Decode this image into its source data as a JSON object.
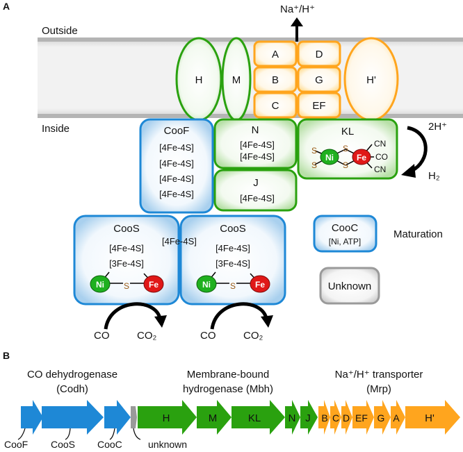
{
  "panel_a": {
    "label": "A",
    "outside": "Outside",
    "inside": "Inside",
    "ion_exchange": "Na⁺/H⁺",
    "membrane_subunits": {
      "h": "H",
      "m": "M",
      "a": "A",
      "d": "D",
      "b": "B",
      "g": "G",
      "c": "C",
      "ef": "EF",
      "h_prime": "H'"
    },
    "coof": {
      "title": "CooF",
      "clusters": [
        "[4Fe-4S]",
        "[4Fe-4S]",
        "[4Fe-4S]",
        "[4Fe-4S]"
      ]
    },
    "n": {
      "title": "N",
      "clusters": [
        "[4Fe-4S]",
        "[4Fe-4S]"
      ]
    },
    "j": {
      "title": "J",
      "cluster": "[4Fe-4S]"
    },
    "kl": {
      "title": "KL",
      "ni": "Ni",
      "fe": "Fe",
      "s": "S",
      "cn": "CN",
      "co": "CO"
    },
    "proton_in": "2H⁺",
    "h2": "H₂",
    "coos_left": {
      "title": "CooS",
      "clusters": [
        "[4Fe-4S]",
        "[3Fe-4S]"
      ],
      "ni": "Ni",
      "s": "S",
      "fe": "Fe"
    },
    "coos_right": {
      "title": "CooS",
      "clusters": [
        "[4Fe-4S]",
        "[3Fe-4S]"
      ],
      "ni": "Ni",
      "s": "S",
      "fe": "Fe"
    },
    "bridge_cluster": "[4Fe-4S]",
    "co": "CO",
    "co2": "CO₂",
    "cooc": {
      "title": "CooC",
      "sub": "[Ni, ATP]"
    },
    "maturation": "Maturation",
    "unknown": "Unknown"
  },
  "panel_b": {
    "label": "B",
    "codh": {
      "line1": "CO dehydrogenase",
      "line2": "(Codh)"
    },
    "mbh": {
      "line1": "Membrane-bound",
      "line2": "hydrogenase (Mbh)"
    },
    "mrp": {
      "line1": "Na⁺/H⁺ transporter",
      "line2": "(Mrp)"
    },
    "genes": {
      "h": "H",
      "m": "M",
      "kl": "KL",
      "n": "N",
      "j": "J",
      "b": "B",
      "c": "C",
      "d": "D",
      "ef": "EF",
      "g": "G",
      "a": "A",
      "h_prime": "H'"
    },
    "callouts": {
      "coof": "CooF",
      "coos": "CooS",
      "cooc": "CooC",
      "unknown": "unknown"
    }
  },
  "colors": {
    "blue": "#1e88d6",
    "green": "#2aa10f",
    "orange": "#ffa51e",
    "grey": "#9a9a9a",
    "ni": "#1fb01f",
    "fe": "#e01818",
    "sulfur": "#9a5a14"
  }
}
